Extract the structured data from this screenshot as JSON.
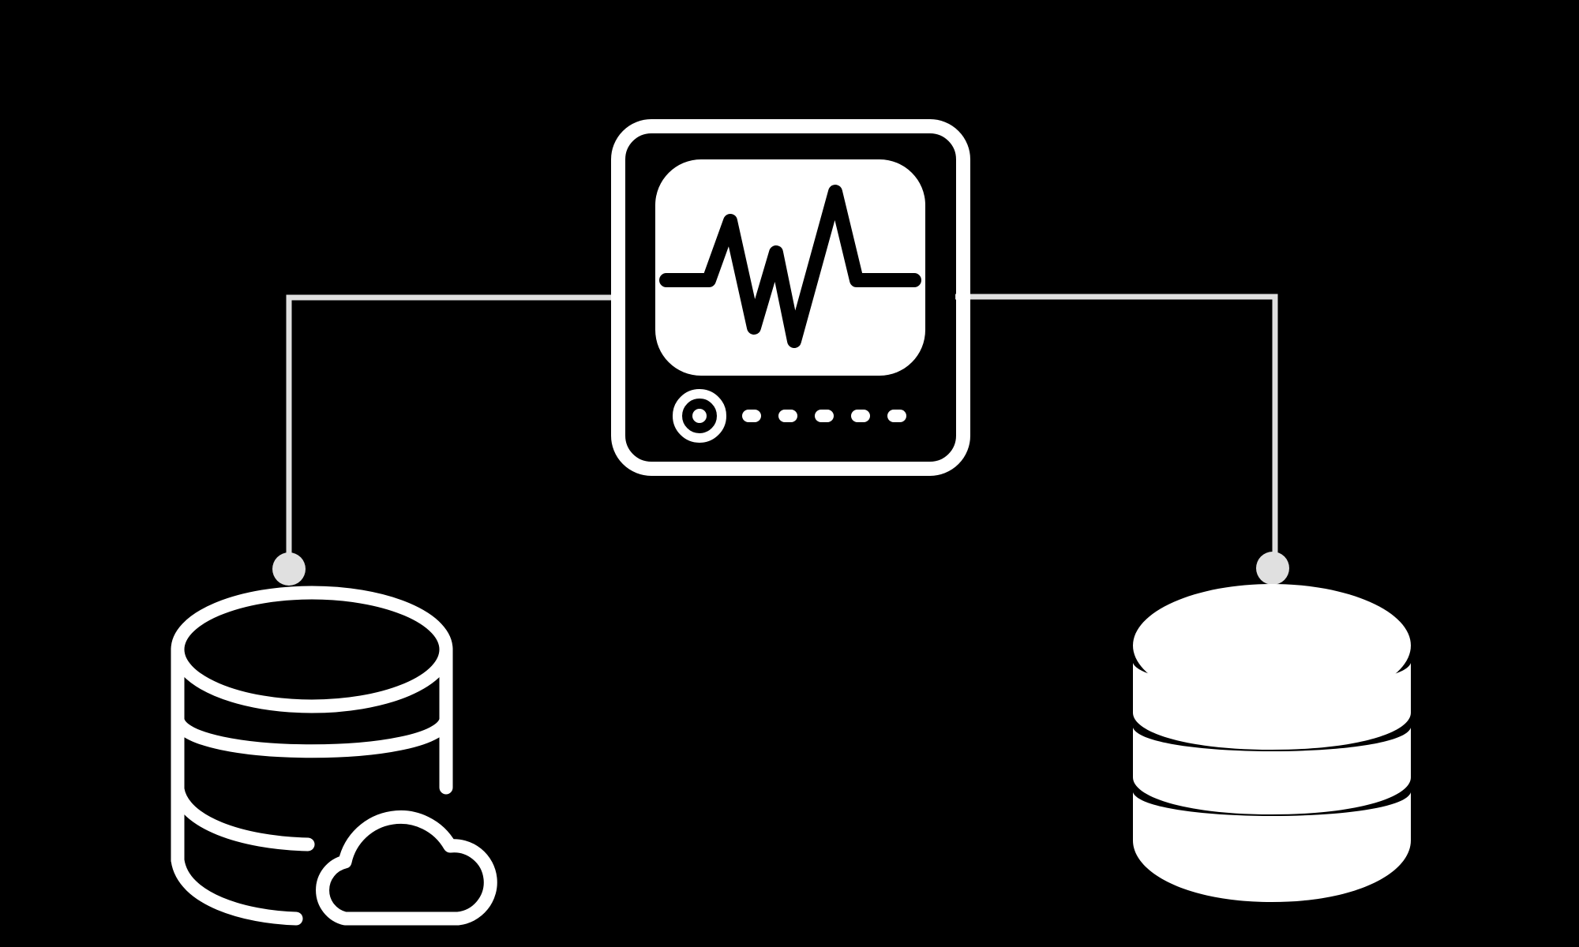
{
  "diagram": {
    "background_color": "#000000",
    "foreground_color": "#ffffff",
    "connector_color": "#e0e0e0",
    "nodes": [
      {
        "id": "monitor",
        "icon": "heartbeat-monitor-icon"
      },
      {
        "id": "cloud-database",
        "icon": "cloud-database-icon"
      },
      {
        "id": "database",
        "icon": "database-stack-icon"
      }
    ],
    "edges": [
      {
        "from": "monitor",
        "to": "cloud-database"
      },
      {
        "from": "monitor",
        "to": "database"
      }
    ]
  }
}
